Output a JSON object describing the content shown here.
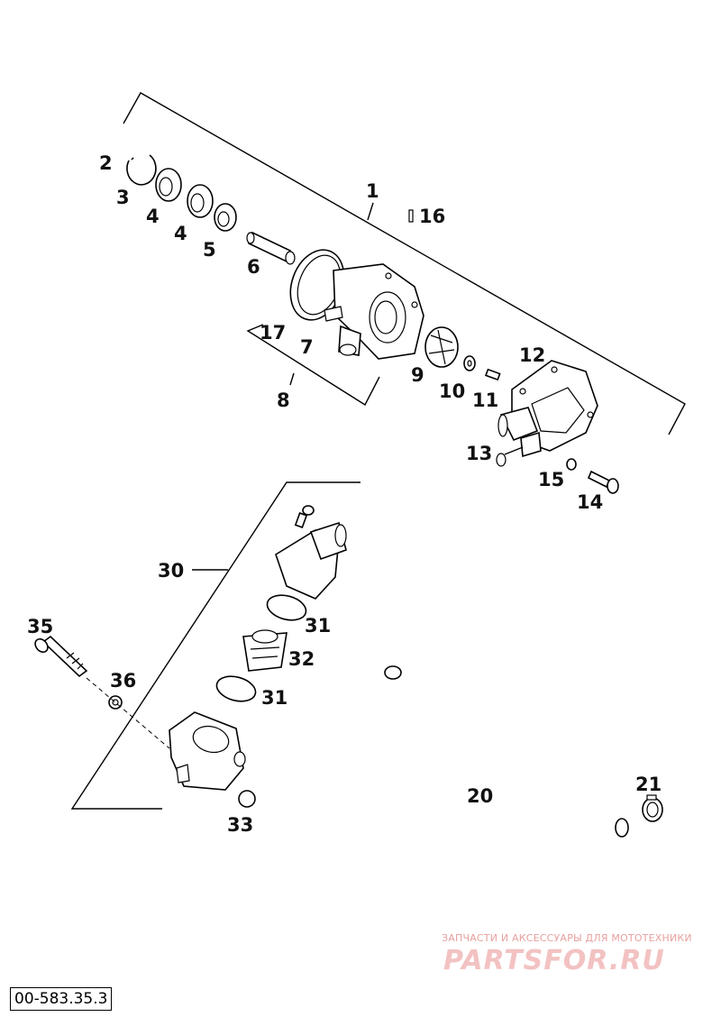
{
  "callouts": {
    "c1": "1",
    "c2": "2",
    "c3": "3",
    "c4a": "4",
    "c4b": "4",
    "c5": "5",
    "c6": "6",
    "c7": "7",
    "c8": "8",
    "c9": "9",
    "c10": "10",
    "c11": "11",
    "c12": "12",
    "c13": "13",
    "c14": "14",
    "c15": "15",
    "c16": "16",
    "c17": "17",
    "c20": "20",
    "c21": "21",
    "c30": "30",
    "c31a": "31",
    "c31b": "31",
    "c32": "32",
    "c33": "33",
    "c35": "35",
    "c36": "36"
  },
  "watermark": {
    "tagline": "ЗАПЧАСТИ И АКСЕССУАРЫ ДЛЯ МОТОТЕХНИКИ",
    "logo": "PARTSFOR.RU"
  },
  "drawing_code": "00-583.35.3"
}
